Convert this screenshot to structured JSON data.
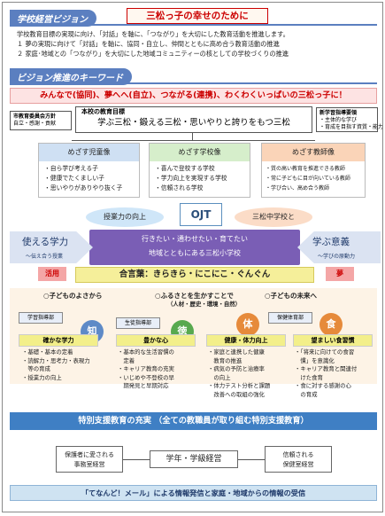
{
  "header": {
    "section1_label": "学校経営ビジョン",
    "main_title": "三松っ子の幸せのために",
    "intro_line1": "学校教育目標の実現に向け、「対話」を軸に、「つながり」を大切にした教育活動を推進します。",
    "intro_line2": "１ 夢の実現に向けて「対話」を軸に、協同・自立し、仲間とともに高め合う教育活動の推進",
    "intro_line3": "２ 家庭･地域との「つながり」を大切にした地域コミュニティーの核としての学校づくりの推進"
  },
  "keywords": {
    "section2_label": "ビジョン推進のキーワード",
    "keyword_line": "みんなで(協同)、夢へへ(自立)、つながる(連携)、わくわくいっぱいの三松っ子に！"
  },
  "goals": {
    "left_box_title": "市教育委員会方針",
    "left_box_sub": "自立・感謝・貢献",
    "center_title": "本校の教育目標",
    "center_main": "学ぶ三松・鍛える三松・思いやりと誇りをもつ三松",
    "right_box_title": "新学習指導要領",
    "right_box_sub1": "・主体的な学び",
    "right_box_sub2": "・育成を目指す資質・能力"
  },
  "columns": [
    {
      "title": "めざす児童像",
      "items": [
        "・自ら学び考える子",
        "・健康でたくましい子",
        "・思いやりがありやり抜く子"
      ]
    },
    {
      "title": "めざす学校像",
      "items": [
        "・喜んで登校する学校",
        "・学力向上を実現する学校",
        "・信頼される学校"
      ]
    },
    {
      "title": "めざす教師像",
      "items": [
        "・質の高い教育を推進できる教師",
        "・常に子どもに目が向いている教師",
        "・学び合い、高め合う教師"
      ]
    }
  ],
  "ojt": {
    "left": "授業力の向上",
    "center": "OJT",
    "right": "三松中学校と"
  },
  "banner": {
    "line1": "行きたい・通わせたい・育てたい",
    "line2": "地域とともにある三松小学校",
    "left_word": "使える学力",
    "left_sub": "～伝え合う授業",
    "left_tag": "活用",
    "right_word": "学ぶ意義",
    "right_sub": "～学びの原動力",
    "right_tag": "夢"
  },
  "motto": {
    "label": "合言葉：きらきら・にこにこ・ぐんぐん"
  },
  "pillars": {
    "p1_heading": "○子どものよさから",
    "p2_heading": "○ふるさとを生かすことで",
    "p2_sub": "（人材・歴史・環境・自然）",
    "p3_heading": "○子どもの未来へ",
    "mini1": "学習指導部",
    "mini2": "生徒指導部",
    "mini3": "保健体育部",
    "circ1": "知",
    "circ2": "徳",
    "circ3": "体",
    "circ4": "食"
  },
  "quads": [
    {
      "title": "確かな学力",
      "items": [
        "・基礎・基本の定着",
        "・読解力・思考力・表現力",
        "　等の育成",
        "・授業力の向上"
      ]
    },
    {
      "title": "豊かな心",
      "items": [
        "・基本的な生活習慣の",
        "　定着",
        "・キャリア教育の充実",
        "・いじめや不登校の早",
        "　期発見と早期対応"
      ]
    },
    {
      "title": "健康・体力向上",
      "items": [
        "・家庭と連携した健康",
        "　教育の推進",
        "・病気の予防と治療率",
        "　の向上",
        "・体力テスト分析と課題",
        "　改善への取組の強化"
      ]
    },
    {
      "title": "望ましい食習慣",
      "items": [
        "・「将来に向けての食習",
        "　慣」を意識化",
        "・キャリア教育と関連付",
        "　けた食育",
        "・食に対する感謝の心",
        "　の育成"
      ]
    }
  ],
  "special": {
    "label": "特別支援教育の充実 （全ての教職員が取り組む特別支援教育）"
  },
  "management": {
    "left": "保護者に愛される事務室経営",
    "left_l1": "保護者に愛される",
    "left_l2": "事務室経営",
    "center": "学年・学級経営",
    "right_l1": "信頼される",
    "right_l2": "保健室経営"
  },
  "footer": {
    "label": "「てなんど！メール」による情報発信と家庭・地域からの情報の受信"
  }
}
